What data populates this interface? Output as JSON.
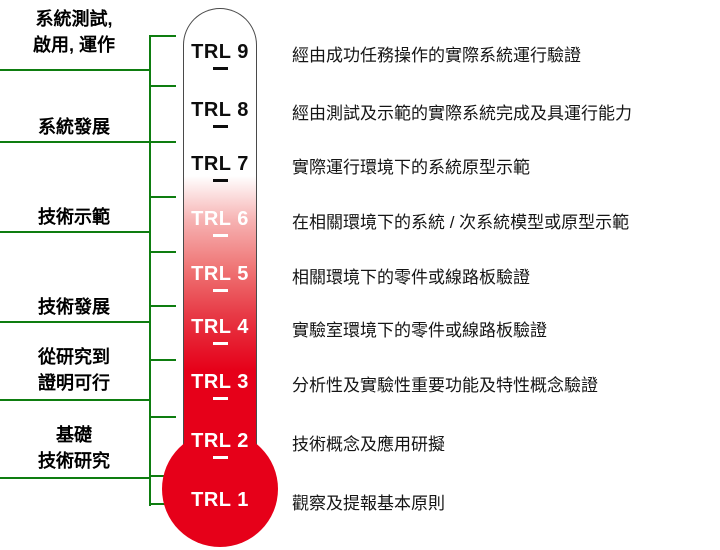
{
  "diagram": {
    "levels": [
      {
        "num": "TRL 9",
        "description": "經由成功任務操作的實際系統運行驗證"
      },
      {
        "num": "TRL 8",
        "description": "經由測試及示範的實際系統完成及具運行能力"
      },
      {
        "num": "TRL 7",
        "description": "實際運行環境下的系統原型示範"
      },
      {
        "num": "TRL 6",
        "description": "在相關環境下的系統 / 次系統模型或原型示範"
      },
      {
        "num": "TRL 5",
        "description": "相關環境下的零件或線路板驗證"
      },
      {
        "num": "TRL 4",
        "description": "實驗室環境下的零件或線路板驗證"
      },
      {
        "num": "TRL 3",
        "description": "分析性及實驗性重要功能及特性概念驗證"
      },
      {
        "num": "TRL 2",
        "description": "技術概念及應用研擬"
      },
      {
        "num": "TRL 1",
        "description": "觀察及提報基本原則"
      }
    ],
    "categories": [
      {
        "line1": "系統測試,",
        "line2": "啟用, 運作"
      },
      {
        "line1": "系統發展"
      },
      {
        "line1": "技術示範"
      },
      {
        "line1": "技術發展"
      },
      {
        "line1": "從研究到",
        "line2": "證明可行"
      },
      {
        "line1": "基礎",
        "line2": "技術研究"
      }
    ],
    "colors": {
      "bracket_green": "#0e7d10",
      "thermometer_red": "#e60019"
    }
  }
}
